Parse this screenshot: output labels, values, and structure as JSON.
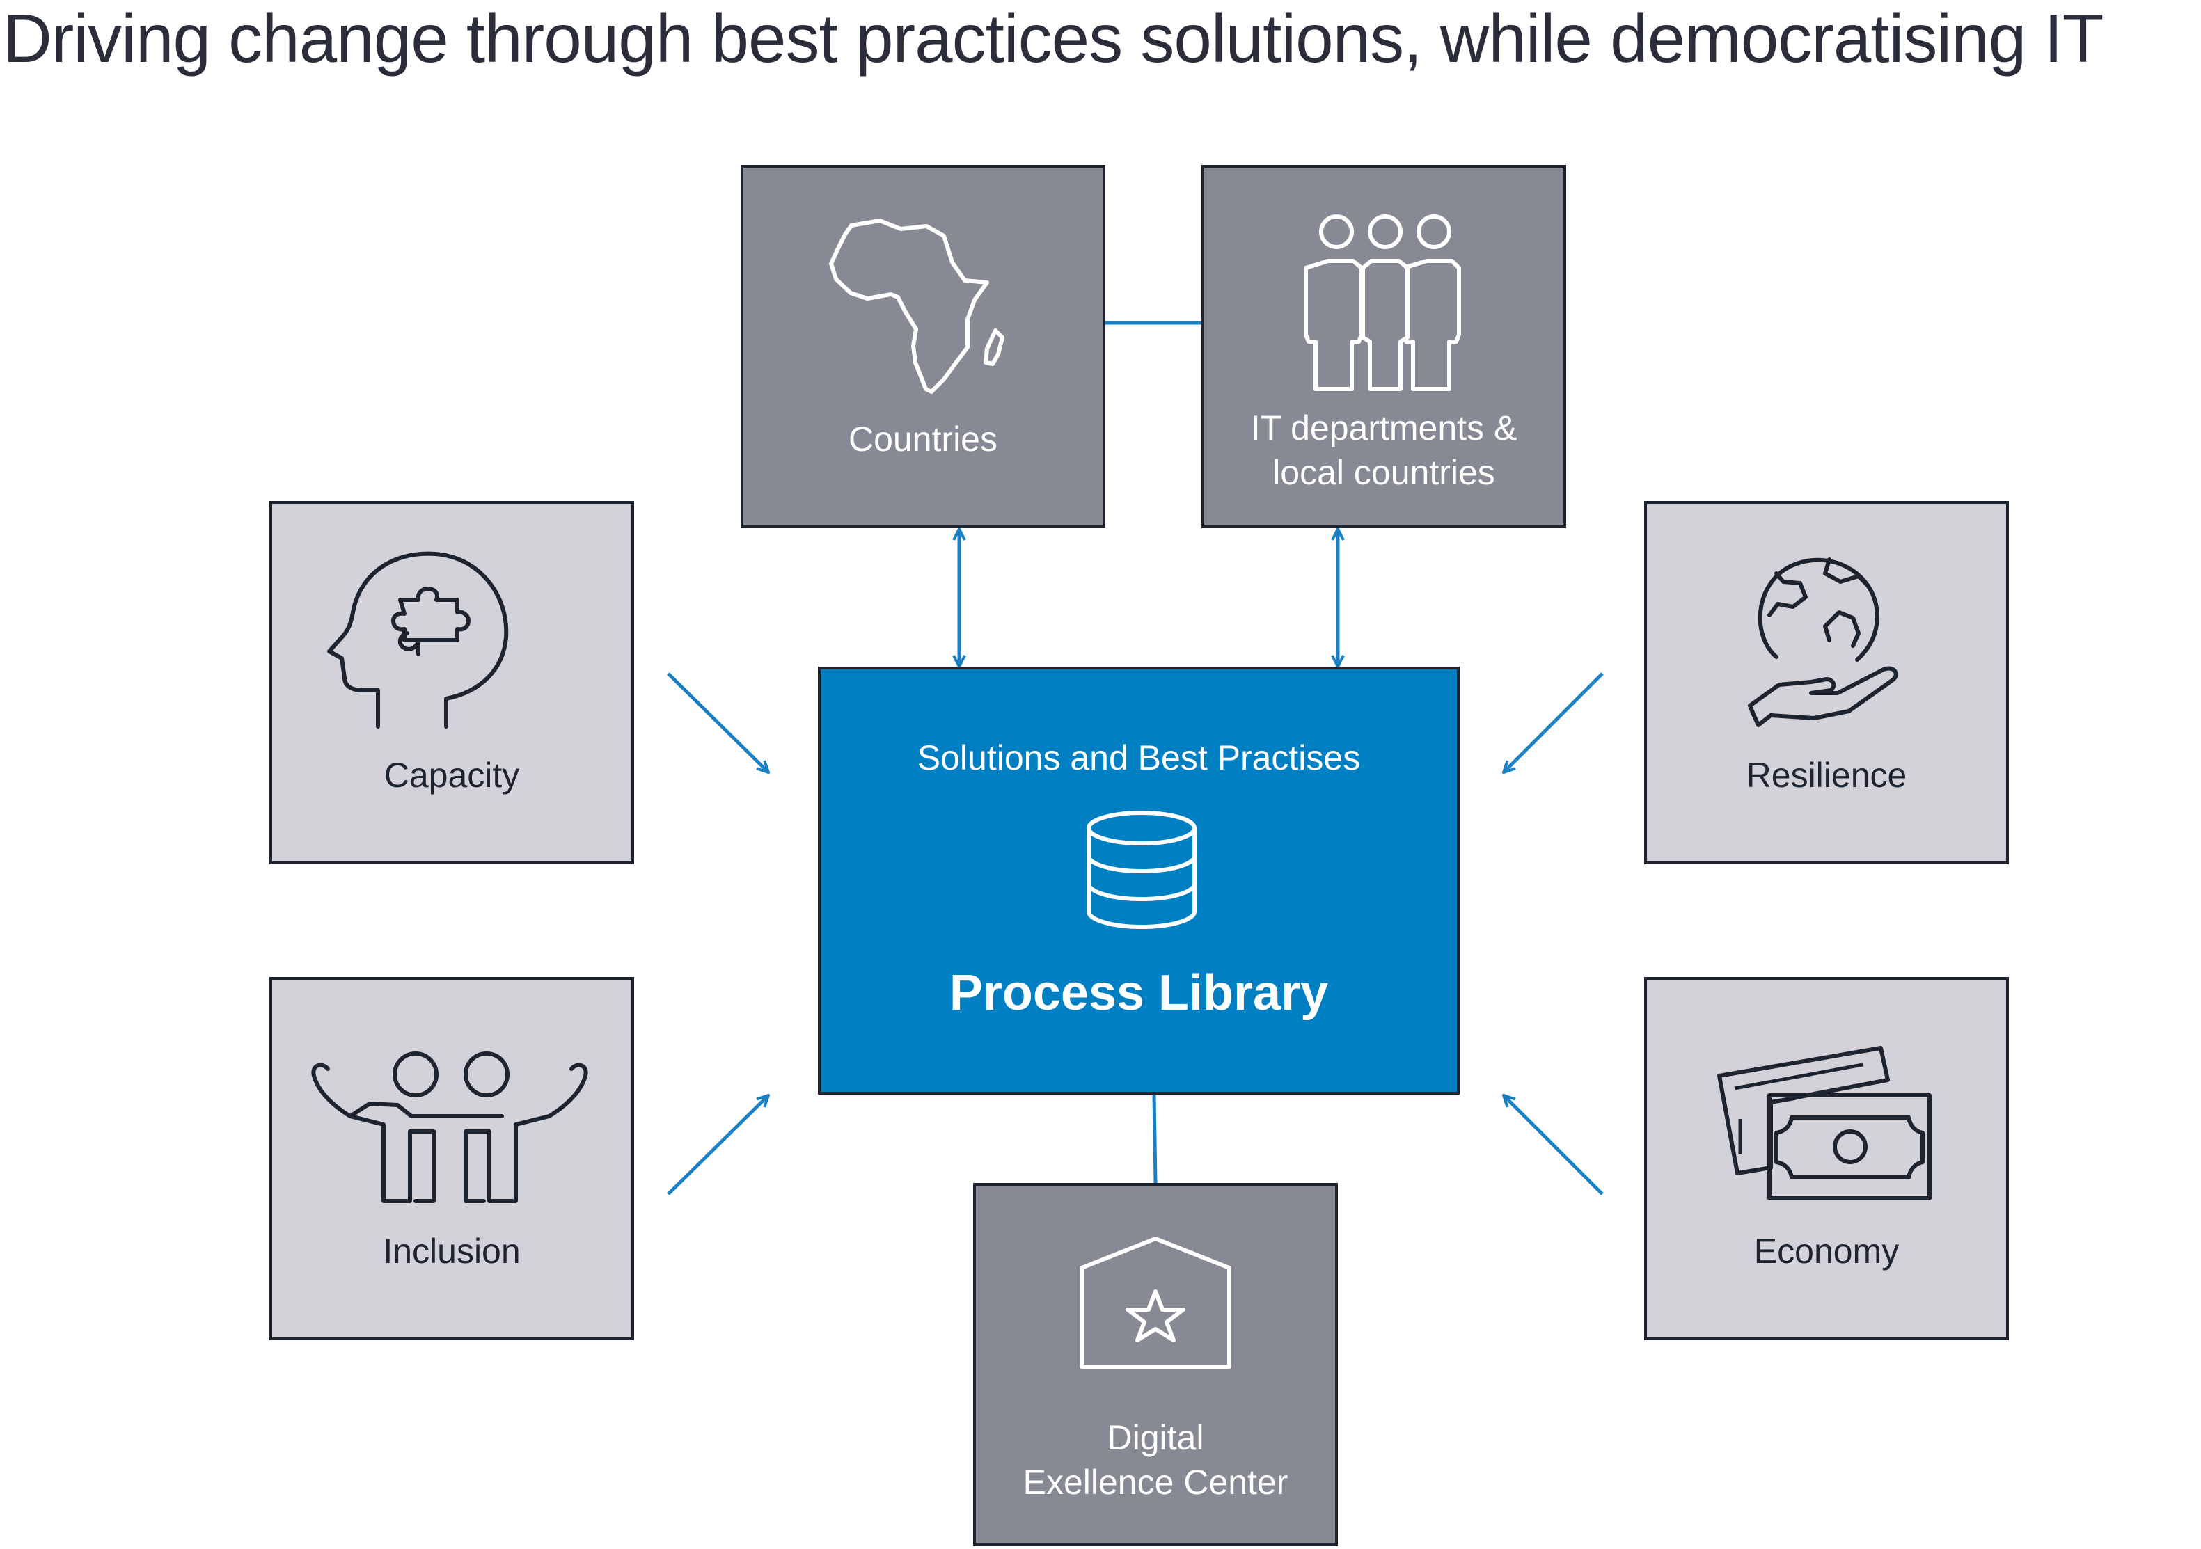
{
  "title": "Driving change through best practices solutions, while democratising IT",
  "center": {
    "subtitle": "Solutions and Best Practises",
    "title": "Process Library",
    "icon": "database-icon"
  },
  "nodes": {
    "countries": {
      "label": "Countries",
      "icon": "africa-map-icon"
    },
    "it_departments": {
      "label_lines": [
        "IT departments &",
        "local countries"
      ],
      "icon": "people-group-icon"
    },
    "capacity": {
      "label": "Capacity",
      "icon": "head-puzzle-icon"
    },
    "resilience": {
      "label": "Resilience",
      "icon": "globe-in-hand-icon"
    },
    "inclusion": {
      "label": "Inclusion",
      "icon": "embracing-people-icon"
    },
    "economy": {
      "label": "Economy",
      "icon": "money-bills-icon"
    },
    "dec": {
      "label_lines": [
        "Digital",
        "Exellence Center"
      ],
      "icon": "house-star-icon"
    }
  },
  "colors": {
    "center_fill": "#0080c3",
    "dark_box_fill": "#878a94",
    "light_box_fill": "#d2d2d8",
    "border": "#1e2330",
    "arrow": "#1b7fc4"
  }
}
